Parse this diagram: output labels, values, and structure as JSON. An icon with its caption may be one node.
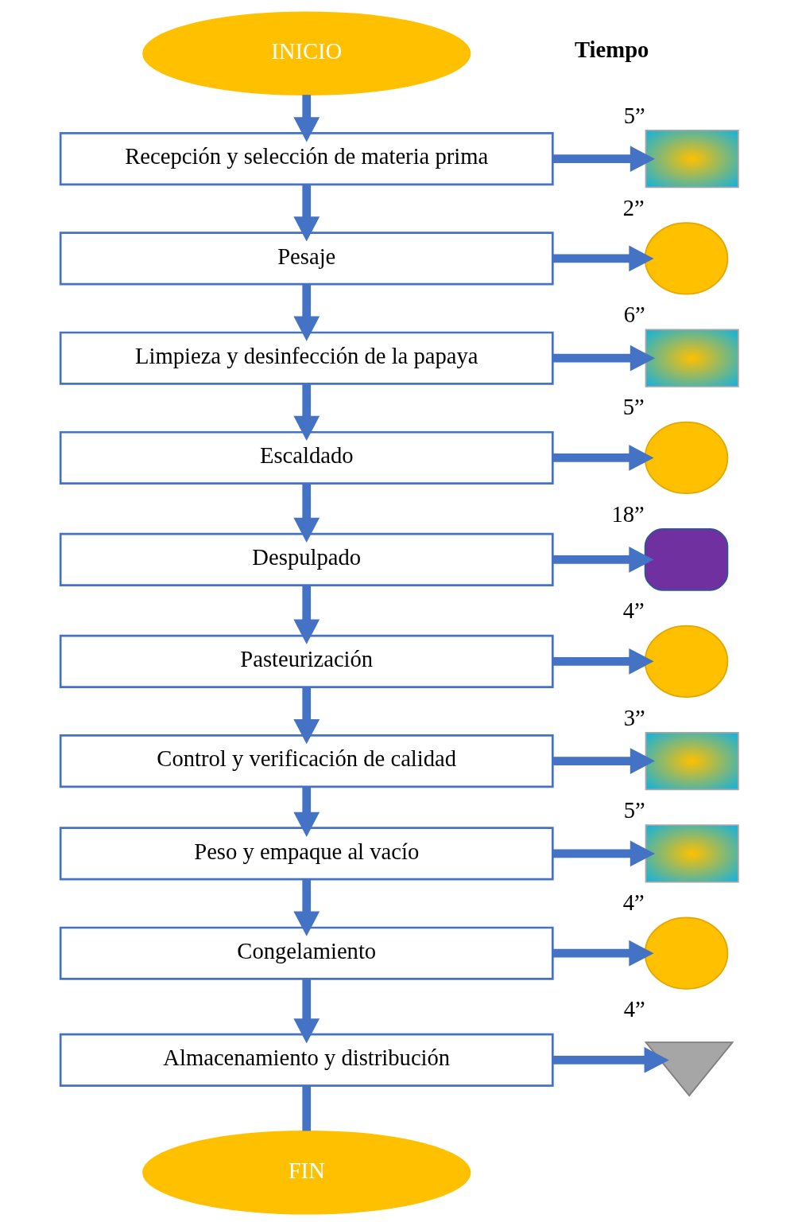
{
  "diagram": {
    "nodes": [
      {
        "text": [
          "INICIO"
        ]
      },
      {
        "text": [
          "Recepción y selección de materia prima"
        ]
      },
      {
        "text": [],
        "shape": "box",
        "beside": [
          "5”"
        ]
      },
      {
        "text": [
          "Pesaje"
        ]
      },
      {
        "text": [],
        "shape": "circle",
        "beside": [
          "2”"
        ]
      },
      {
        "text": [
          "Limpieza y desinfección de la papaya"
        ]
      },
      {
        "text": [],
        "shape": "box",
        "beside": [
          "6”"
        ]
      },
      {
        "text": [
          "Escaldado"
        ]
      },
      {
        "text": [],
        "shape": "circle",
        "beside": [
          "5”"
        ]
      },
      {
        "text": [
          "Despulpado"
        ]
      },
      {
        "text": [],
        "shape": "semicircle",
        "beside": [
          "18”"
        ]
      },
      {
        "text": [
          "Pasteurización"
        ]
      },
      {
        "text": [],
        "shape": "circle",
        "beside": [
          "4”"
        ]
      },
      {
        "text": [
          "Control y verificación de calidad"
        ]
      },
      {
        "text": [],
        "shape": "box",
        "beside": [
          "3”"
        ]
      },
      {
        "text": [
          "Peso y empaque al vacío"
        ]
      },
      {
        "text": [],
        "shape": "box",
        "beside": [
          "5”"
        ]
      },
      {
        "text": [
          "Congelamiento"
        ]
      },
      {
        "text": [],
        "shape": "circle",
        "beside": [
          "4”"
        ]
      },
      {
        "text": [
          "Almacenamiento y distribución"
        ]
      },
      {
        "text": [],
        "shape": "triangle",
        "beside": [
          "4”"
        ]
      },
      {
        "text": [
          "FIN"
        ]
      }
    ],
    "edges": [
      {
        "from": 0,
        "to": 1,
        "arrow": "to"
      },
      {
        "from": 1,
        "to": 3,
        "arrow": "to"
      },
      {
        "from": 3,
        "to": 5,
        "arrow": "to"
      },
      {
        "from": 5,
        "to": 7,
        "arrow": "to"
      },
      {
        "from": 7,
        "to": 9,
        "arrow": "to"
      },
      {
        "from": 9,
        "to": 11,
        "arrow": "to"
      },
      {
        "from": 11,
        "to": 13,
        "arrow": "to"
      },
      {
        "from": 13,
        "to": 15,
        "arrow": "to"
      },
      {
        "from": 15,
        "to": 17,
        "arrow": "to"
      },
      {
        "from": 17,
        "to": 19,
        "arrow": "to"
      },
      {
        "from": 19,
        "to": 21,
        "arrow": "none"
      },
      {
        "from": 1,
        "to": 2,
        "arrow": "to"
      },
      {
        "from": 3,
        "to": 4,
        "arrow": "to"
      },
      {
        "from": 5,
        "to": 6,
        "arrow": "to"
      },
      {
        "from": 7,
        "to": 8,
        "arrow": "to"
      },
      {
        "from": 9,
        "to": 10,
        "arrow": "to"
      },
      {
        "from": 11,
        "to": 12,
        "arrow": "to"
      },
      {
        "from": 13,
        "to": 14,
        "arrow": "to"
      },
      {
        "from": 15,
        "to": 16,
        "arrow": "to"
      },
      {
        "from": 17,
        "to": 18,
        "arrow": "to"
      },
      {
        "from": 19,
        "to": 20,
        "arrow": "to"
      }
    ],
    "labels": [
      "Tiempo"
    ]
  }
}
